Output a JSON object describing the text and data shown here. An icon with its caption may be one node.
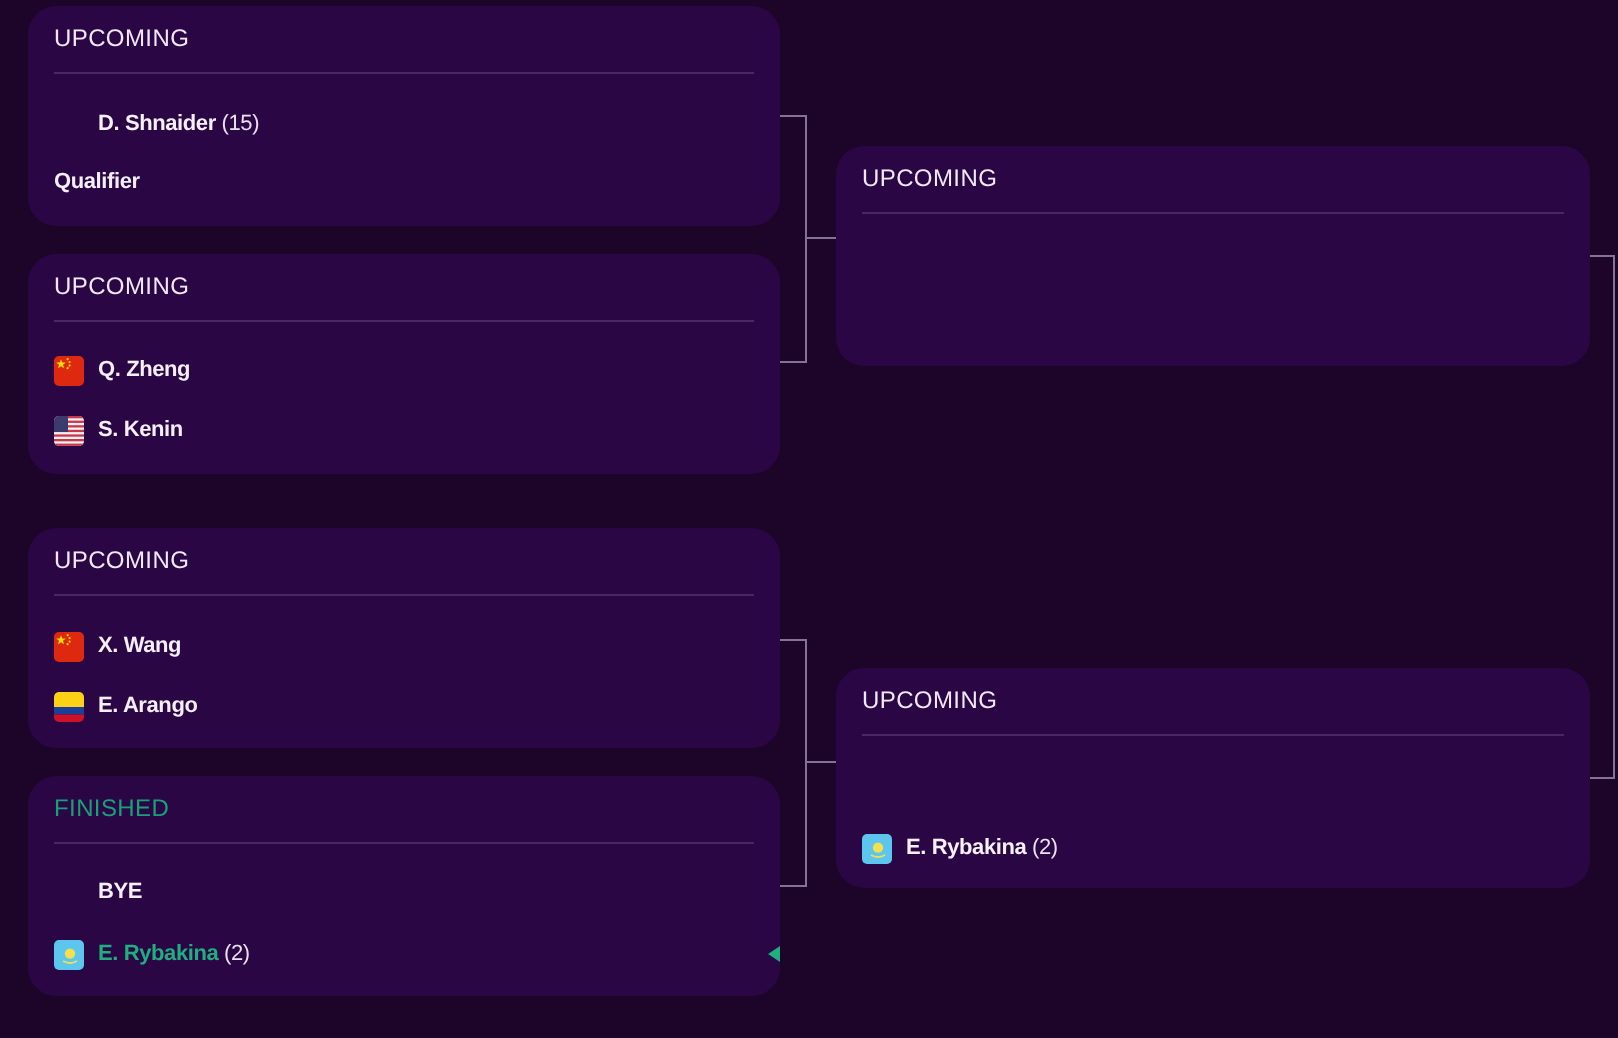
{
  "diagram": {
    "nodes": [
      {
        "text": [
          "UPCOMING",
          "**D. Shnaider** (15)",
          "Qualifier"
        ]
      },
      {
        "text": [
          "UPCOMING",
          "Q. Zheng",
          "S. Kenin"
        ]
      },
      {
        "text": [
          "UPCOMING",
          "X. Wang",
          "E. Arango"
        ]
      },
      {
        "text": [
          "FINISHED",
          "BYE",
          "**E. Rybakina** (2)"
        ]
      },
      {
        "text": [
          "UPCOMING"
        ]
      },
      {
        "text": [
          "UPCOMING",
          "**E. Rybakina** (2)"
        ]
      }
    ],
    "edges": [
      {
        "from": 0,
        "to": 4,
        "arrow": "none"
      },
      {
        "from": 1,
        "to": 4,
        "arrow": "none"
      },
      {
        "from": 2,
        "to": 5,
        "arrow": "none"
      },
      {
        "from": 3,
        "to": 5,
        "arrow": "none"
      },
      {
        "from": 4,
        "to": 5,
        "arrow": "none"
      }
    ]
  }
}
